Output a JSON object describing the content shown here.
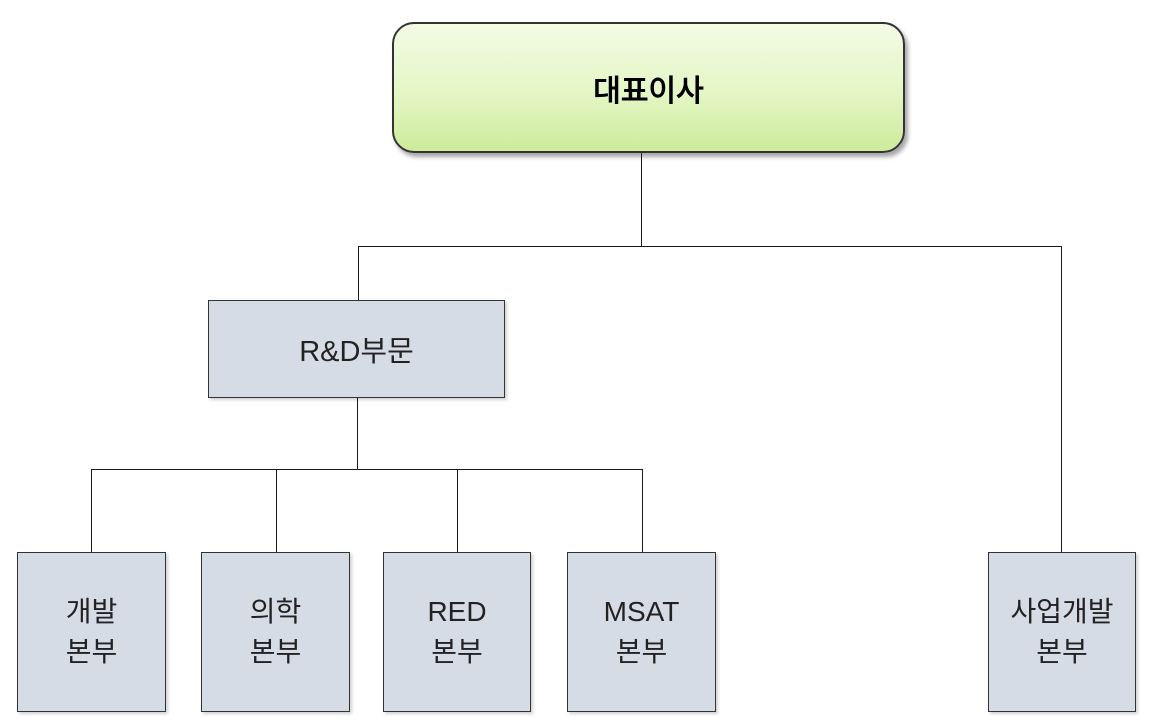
{
  "org_chart": {
    "ceo": {
      "label": "대표이사"
    },
    "rnd_division": {
      "label": "R&D부문"
    },
    "rnd_departments": [
      {
        "line1": "개발",
        "line2": "본부"
      },
      {
        "line1": "의학",
        "line2": "본부"
      },
      {
        "line1": "RED",
        "line2": "본부"
      },
      {
        "line1": "MSAT",
        "line2": "본부"
      }
    ],
    "ceo_departments": [
      {
        "line1": "사업개발",
        "line2": "본부"
      }
    ],
    "colors": {
      "root_gradient_top": "#f2fbe4",
      "root_gradient_mid": "#e4f6c5",
      "root_gradient_bottom": "#cdeb9b",
      "node_fill": "#d6dce5",
      "node_border": "#333333",
      "connector": "#1a1a1a"
    }
  }
}
